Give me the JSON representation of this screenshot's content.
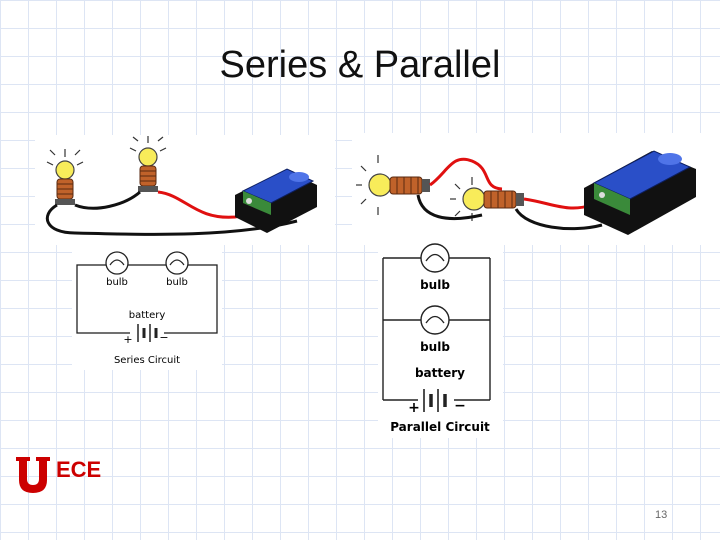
{
  "slide": {
    "title": "Series & Parallel",
    "page_number": "13"
  },
  "series": {
    "bulb1_label": "bulb",
    "bulb2_label": "bulb",
    "battery_label": "battery",
    "plus_sign": "+",
    "minus_sign": "−",
    "caption": "Series Circuit"
  },
  "parallel": {
    "bulb1_label": "bulb",
    "bulb2_label": "bulb",
    "battery_label": "battery",
    "plus_sign": "+",
    "minus_sign": "−",
    "caption": "Parallel Circuit"
  },
  "logo": {
    "text": "ECE",
    "u_letter": "U",
    "color": "#cc0000"
  },
  "colors": {
    "wire_red": "#e01010",
    "wire_black": "#111111",
    "coil": "#c0622a",
    "bulb_glow": "#f8ec5a",
    "battery_blue": "#2a4fc8",
    "battery_green": "#3a8a3a"
  }
}
